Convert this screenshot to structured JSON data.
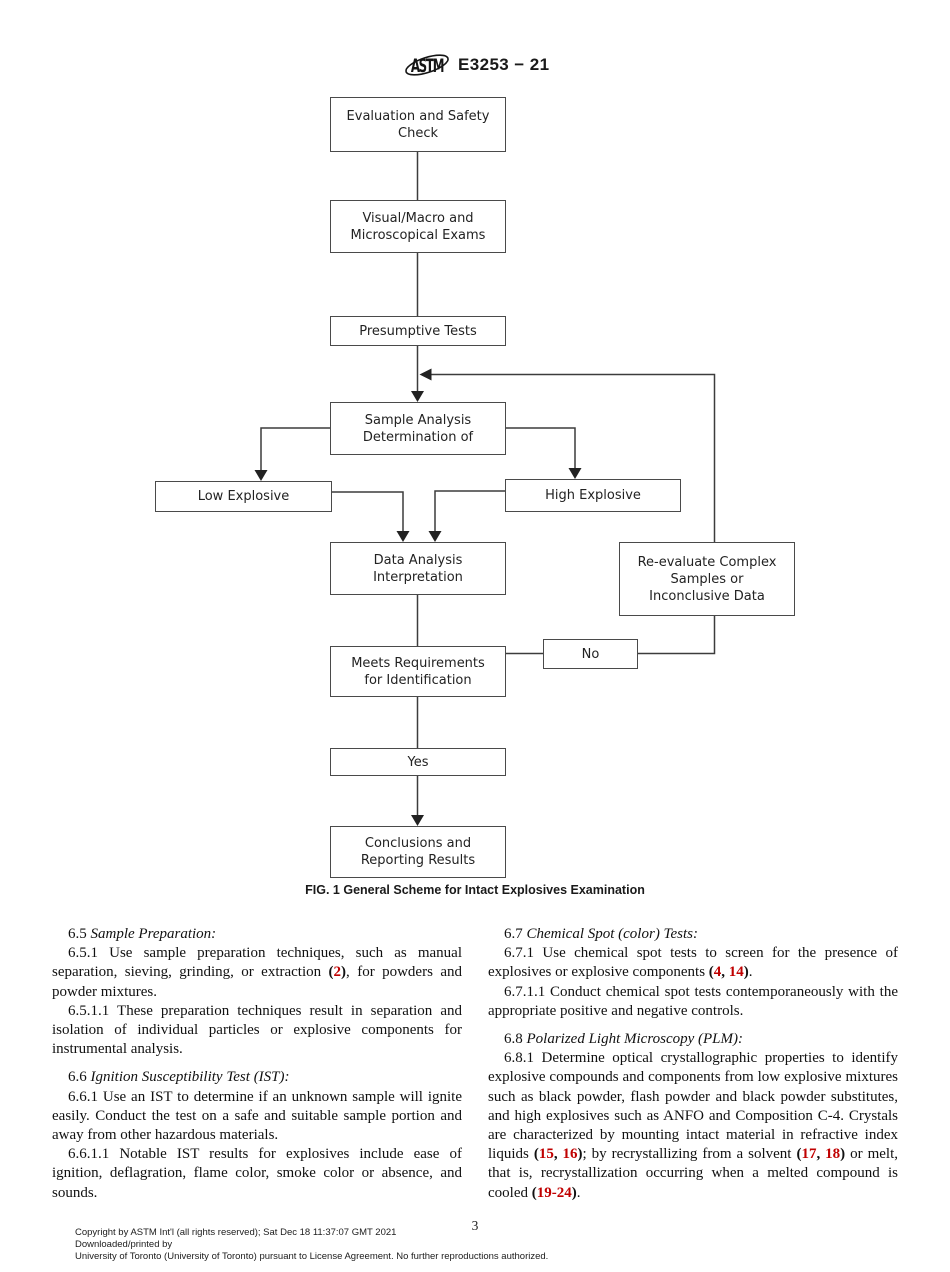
{
  "header": {
    "logo": "astm-logo",
    "designation": "E3253 − 21"
  },
  "figure": {
    "caption": "FIG. 1 General Scheme for Intact Explosives Examination",
    "nodes": {
      "evaluation": "Evaluation and Safety\nCheck",
      "visual": "Visual/Macro and\nMicroscopical Exams",
      "presumptive": "Presumptive Tests",
      "sample": "Sample Analysis\nDetermination of",
      "low": "Low Explosive",
      "high": "High Explosive",
      "data": "Data Analysis\nInterpretation",
      "reevaluate": "Re-evaluate Complex\nSamples or\nInconclusive Data",
      "meets": "Meets Requirements\nfor Identification",
      "no": "No",
      "yes": "Yes",
      "conclusions": "Conclusions and\nReporting Results"
    },
    "edges": [
      {
        "from": "evaluation",
        "to": "visual"
      },
      {
        "from": "visual",
        "to": "presumptive"
      },
      {
        "from": "presumptive",
        "to": "sample",
        "arrow": true
      },
      {
        "from": "sample",
        "to": "low",
        "arrow": true
      },
      {
        "from": "sample",
        "to": "high",
        "arrow": true
      },
      {
        "from": "low",
        "to": "data",
        "arrow": true
      },
      {
        "from": "high",
        "to": "data",
        "arrow": true
      },
      {
        "from": "data",
        "to": "meets"
      },
      {
        "from": "meets",
        "to": "no"
      },
      {
        "from": "no",
        "to": "reevaluate"
      },
      {
        "from": "reevaluate",
        "to": "presumptive-sample-link",
        "arrow": true
      },
      {
        "from": "meets",
        "to": "yes"
      },
      {
        "from": "yes",
        "to": "conclusions",
        "arrow": true
      }
    ]
  },
  "columns": {
    "left": [
      {
        "kind": "heading",
        "segments": [
          {
            "t": "6.5 "
          },
          {
            "t": "Sample Preparation:",
            "italic": true
          }
        ]
      },
      {
        "kind": "para",
        "segments": [
          {
            "t": "6.5.1 Use sample preparation techniques, such as manual separation, sieving, grinding, or extraction "
          },
          {
            "t": "(",
            "bold": true
          },
          {
            "t": "2",
            "ref": true
          },
          {
            "t": ")",
            "bold": true
          },
          {
            "t": ", for powders and powder mixtures."
          }
        ]
      },
      {
        "kind": "para",
        "segments": [
          {
            "t": "6.5.1.1 These preparation techniques result in separation and isolation of individual particles or explosive components for instrumental analysis."
          }
        ]
      },
      {
        "kind": "heading",
        "segments": [
          {
            "t": "6.6 "
          },
          {
            "t": "Ignition Susceptibility Test (IST):",
            "italic": true
          }
        ]
      },
      {
        "kind": "para",
        "segments": [
          {
            "t": "6.6.1 Use an IST to determine if an unknown sample will ignite easily. Conduct the test on a safe and suitable sample portion and away from other hazardous materials."
          }
        ]
      },
      {
        "kind": "para",
        "segments": [
          {
            "t": "6.6.1.1 Notable IST results for explosives include ease of ignition, deflagration, flame color, smoke color or absence, and sounds."
          }
        ]
      }
    ],
    "right": [
      {
        "kind": "heading",
        "segments": [
          {
            "t": "6.7 "
          },
          {
            "t": "Chemical Spot (color) Tests:",
            "italic": true
          }
        ]
      },
      {
        "kind": "para",
        "segments": [
          {
            "t": "6.7.1 Use chemical spot tests to screen for the presence of explosives or explosive components "
          },
          {
            "t": "(",
            "bold": true
          },
          {
            "t": "4",
            "ref": true
          },
          {
            "t": ", ",
            "bold": true
          },
          {
            "t": "14",
            "ref": true
          },
          {
            "t": ")",
            "bold": true
          },
          {
            "t": "."
          }
        ]
      },
      {
        "kind": "para",
        "segments": [
          {
            "t": "6.7.1.1 Conduct chemical spot tests contemporaneously with the appropriate positive and negative controls."
          }
        ]
      },
      {
        "kind": "heading",
        "segments": [
          {
            "t": "6.8 "
          },
          {
            "t": "Polarized Light Microscopy (PLM):",
            "italic": true
          }
        ]
      },
      {
        "kind": "para",
        "segments": [
          {
            "t": "6.8.1 Determine optical crystallographic properties to identify explosive compounds and components from low explosive mixtures such as black powder, flash powder and black powder substitutes, and high explosives such as ANFO and Composition C-4. Crystals are characterized by mounting intact material in refractive index liquids "
          },
          {
            "t": "(",
            "bold": true
          },
          {
            "t": "15",
            "ref": true
          },
          {
            "t": ", ",
            "bold": true
          },
          {
            "t": "16",
            "ref": true
          },
          {
            "t": ")",
            "bold": true
          },
          {
            "t": "; by recrystallizing from a solvent "
          },
          {
            "t": "(",
            "bold": true
          },
          {
            "t": "17",
            "ref": true
          },
          {
            "t": ", ",
            "bold": true
          },
          {
            "t": "18",
            "ref": true
          },
          {
            "t": ")",
            "bold": true
          },
          {
            "t": " or melt, that is, recrystallization occurring when a melted compound is cooled "
          },
          {
            "t": "(",
            "bold": true
          },
          {
            "t": "19-24",
            "ref": true
          },
          {
            "t": ")",
            "bold": true
          },
          {
            "t": "."
          }
        ]
      }
    ]
  },
  "footer": {
    "page_number": "3",
    "lines": [
      "Copyright by ASTM Int'l (all rights reserved); Sat Dec 18 11:37:07 GMT 2021",
      "Downloaded/printed by",
      "University of Toronto (University of Toronto) pursuant to License Agreement. No further reproductions authorized."
    ]
  },
  "colors": {
    "reference_red": "#c00000",
    "line_gray": "#3c3c3c",
    "box_border": "#4a4a4a"
  }
}
